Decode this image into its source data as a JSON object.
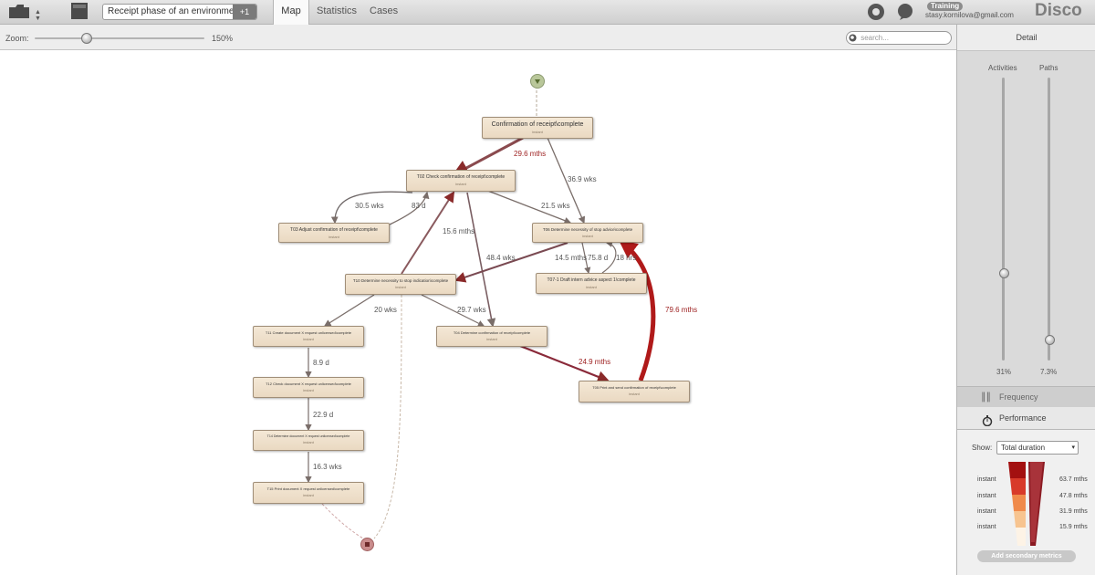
{
  "toolbar": {
    "dataset_name": "Receipt phase of an environmental p",
    "dataset_count": "+1",
    "tabs": [
      "Map",
      "Statistics",
      "Cases"
    ],
    "training_badge": "Training",
    "user_email": "stasy.kornilova@gmail.com",
    "app_name": "Disco"
  },
  "map_toolbar": {
    "zoom_label": "Zoom:",
    "zoom_value": "150%",
    "zoom_fraction": 0.3,
    "search_placeholder": "search..."
  },
  "process_map": {
    "nodes": [
      {
        "id": "n0",
        "label": "Confirmation of receipt\\complete",
        "sub": "instant"
      },
      {
        "id": "n1",
        "label": "T02 Check confirmation of receipt\\complete",
        "sub": "instant"
      },
      {
        "id": "n2",
        "label": "T03 Adjust confirmation of receipt\\complete",
        "sub": "instant"
      },
      {
        "id": "n3",
        "label": "T06 Determine necessity of stop advice\\complete",
        "sub": "instant"
      },
      {
        "id": "n4",
        "label": "T10 Determine necessity to stop indication\\complete",
        "sub": "instant"
      },
      {
        "id": "n5",
        "label": "T07-1 Draft intern advice aspect 1\\complete",
        "sub": "instant"
      },
      {
        "id": "n6",
        "label": "T11 Create document X request unlicensed\\complete",
        "sub": "instant"
      },
      {
        "id": "n7",
        "label": "T04 Determine confirmation of receipt\\complete",
        "sub": "instant"
      },
      {
        "id": "n8",
        "label": "T05 Print and send confirmation of receipt\\complete",
        "sub": "instant"
      },
      {
        "id": "n9",
        "label": "T12 Check document X request unlicensed\\complete",
        "sub": "instant"
      },
      {
        "id": "n10",
        "label": "T14 Determine document X request unlicensed\\complete",
        "sub": "instant"
      },
      {
        "id": "n11",
        "label": "T15 Print document X request unlicensed\\complete",
        "sub": "instant"
      }
    ],
    "edges": [
      {
        "id": "e0",
        "label": "29.6 mths"
      },
      {
        "id": "e1",
        "label": "36.9 wks"
      },
      {
        "id": "e2",
        "label": "30.5 wks"
      },
      {
        "id": "e3",
        "label": "83 d"
      },
      {
        "id": "e4",
        "label": "21.5 wks"
      },
      {
        "id": "e5",
        "label": "15.6 mths"
      },
      {
        "id": "e6",
        "label": "48.4 wks"
      },
      {
        "id": "e7",
        "label": "14.5 mths"
      },
      {
        "id": "e8",
        "label": "75.8 d"
      },
      {
        "id": "e9",
        "label": "18 hrs"
      },
      {
        "id": "e10",
        "label": "79.6 mths"
      },
      {
        "id": "e11",
        "label": "20 wks"
      },
      {
        "id": "e12",
        "label": "29.7 wks"
      },
      {
        "id": "e13",
        "label": "24.9 mths"
      },
      {
        "id": "e14",
        "label": "8.9 d"
      },
      {
        "id": "e15",
        "label": "22.9 d"
      },
      {
        "id": "e16",
        "label": "16.3 wks"
      }
    ]
  },
  "sidebar": {
    "detail_title": "Detail",
    "activities_label": "Activities",
    "paths_label": "Paths",
    "activities_value": "31%",
    "paths_value": "7.3%",
    "activities_level": 0.31,
    "paths_level": 0.073,
    "frequency_label": "Frequency",
    "performance_label": "Performance",
    "show_label": "Show:",
    "show_value": "Total duration",
    "legend_left": [
      "instant",
      "instant",
      "instant",
      "instant"
    ],
    "legend_right": [
      "63.7 mths",
      "47.8 mths",
      "31.9 mths",
      "15.9 mths"
    ],
    "add_button": "Add secondary metrics",
    "colors": {
      "red_dark": "#a31010",
      "red_mid": "#d83a2a",
      "orange": "#f08a4b",
      "peach": "#f7c490"
    }
  }
}
